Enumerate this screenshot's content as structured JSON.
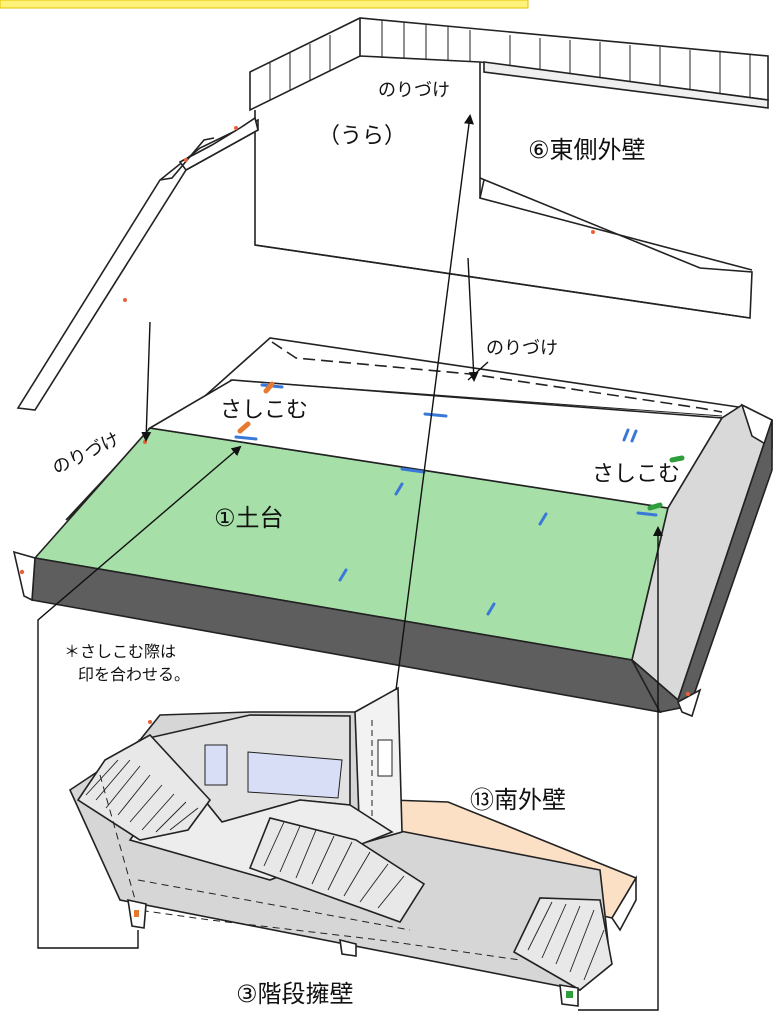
{
  "labels": {
    "glue_top": "のりづけ",
    "back_side": "（うら）",
    "east_wall": "⑥東側外壁",
    "glue_middle": "のりづけ",
    "glue_left": "のりづけ",
    "insert_left": "さしこむ",
    "insert_right": "さしこむ",
    "base": "①土台",
    "note_line1": "＊さしこむ際は",
    "note_line2": "印を合わせる。",
    "south_wall": "⑬南外壁",
    "stair_wall": "③階段擁壁"
  },
  "colors": {
    "base_green": "#a6e0a8",
    "wall_gray": "#5e5e5e",
    "panel_gray": "#d6d6d6",
    "floor_peach": "#fbe0c6",
    "window_blue": "#d8def6",
    "mark_blue": "#3a78d8",
    "mark_orange": "#e87a30",
    "mark_green": "#2e9e3c",
    "banner_yellow": "#fff27a"
  }
}
